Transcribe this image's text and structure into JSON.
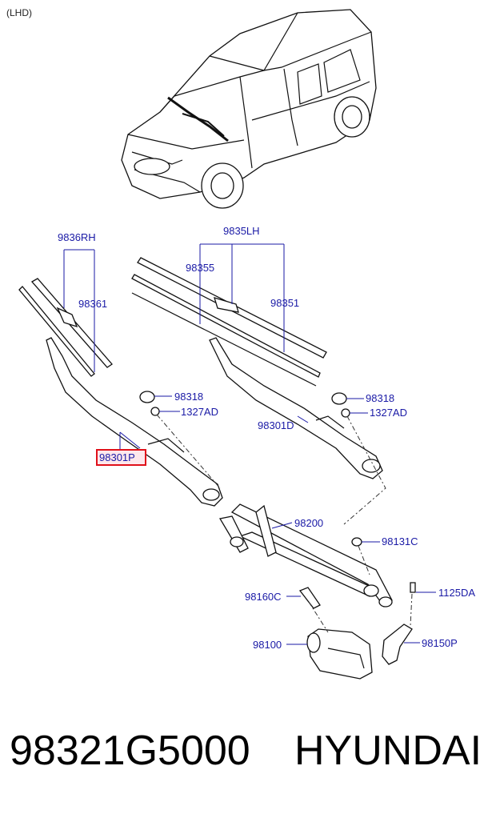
{
  "diagram": {
    "drive_note": "(LHD)",
    "labels": {
      "l9836RH": "9836RH",
      "l9835LH": "9835LH",
      "l98355": "98355",
      "l98361": "98361",
      "l98351": "98351",
      "l98318a": "98318",
      "l1327ADa": "1327AD",
      "l98318b": "98318",
      "l1327ADb": "1327AD",
      "l98301D": "98301D",
      "l98301P": "98301P",
      "l98200": "98200",
      "l98131C": "98131C",
      "l98160C": "98160C",
      "l1125DA": "1125DA",
      "l98100": "98100",
      "l98150P": "98150P"
    },
    "highlight_color": "#e0101a",
    "label_color": "#1a1aa6"
  },
  "footer": {
    "part_number": "98321G5000",
    "brand": "HYUNDAI"
  }
}
